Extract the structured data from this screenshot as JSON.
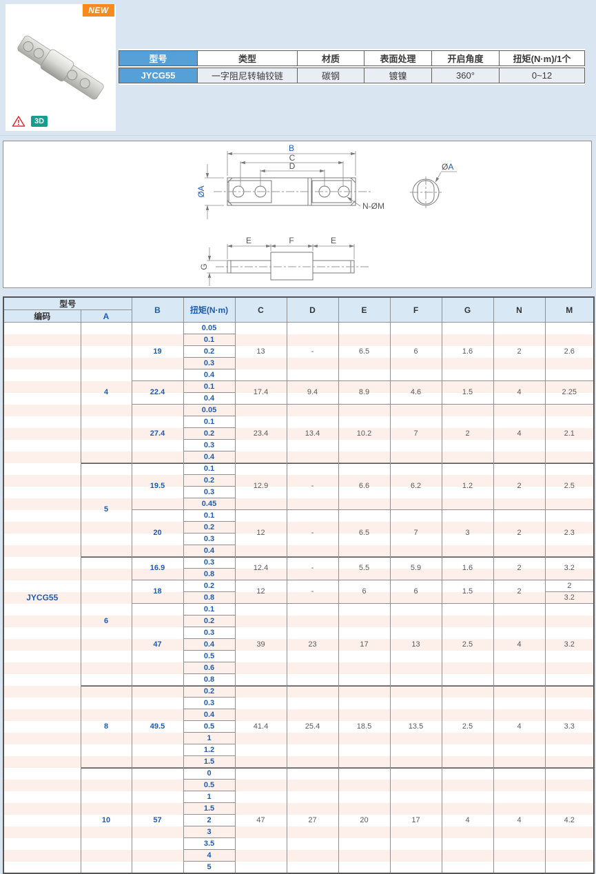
{
  "page": {
    "bg": "#d9e5f0",
    "accent_blue": "#56a0d9",
    "blue_text": "#1b5bb5",
    "stripe_pink": "#fdf0ea",
    "header_blue": "#d9e8f5",
    "new_orange": "#f6891f",
    "teal_3d": "#12a08d",
    "warning_red": "#e03030"
  },
  "product": {
    "new_badge": "NEW",
    "badge_3d": "3D"
  },
  "spec_table": {
    "headers": [
      "型号",
      "类型",
      "材质",
      "表面处理",
      "开启角度",
      "扭矩(N·m)/1个"
    ],
    "values": [
      "JYCG55",
      "一字阻尼转轴铰链",
      "碳钢",
      "镀镍",
      "360°",
      "0~12"
    ]
  },
  "diagram": {
    "b": "B",
    "c": "C",
    "d": "D",
    "e": "E",
    "f": "F",
    "g": "G",
    "oa": "ØA",
    "dia": "Ø",
    "a": "A",
    "n_om": "N-ØM"
  },
  "main_table": {
    "header": {
      "model": "型号",
      "code": "编码",
      "a": "A",
      "b": "B",
      "torque": "扭矩(N·m)",
      "value_cols": [
        "C",
        "D",
        "E",
        "F",
        "G",
        "N",
        "M"
      ]
    },
    "code_value": "JYCG55",
    "groups": [
      {
        "a": "4",
        "subs": [
          {
            "b": "19",
            "torques": [
              "0.05",
              "0.1",
              "0.2",
              "0.3",
              "0.4"
            ],
            "vals": [
              "13",
              "-",
              "6.5",
              "6",
              "1.6",
              "2",
              "2.6"
            ]
          },
          {
            "b": "22.4",
            "torques": [
              "0.1",
              "0.4"
            ],
            "vals": [
              "17.4",
              "9.4",
              "8.9",
              "4.6",
              "1.5",
              "4",
              "2.25"
            ]
          },
          {
            "b": "27.4",
            "torques": [
              "0.05",
              "0.1",
              "0.2",
              "0.3",
              "0.4"
            ],
            "vals": [
              "23.4",
              "13.4",
              "10.2",
              "7",
              "2",
              "4",
              "2.1"
            ]
          }
        ]
      },
      {
        "a": "5",
        "subs": [
          {
            "b": "19.5",
            "torques": [
              "0.1",
              "0.2",
              "0.3",
              "0.45"
            ],
            "vals": [
              "12.9",
              "-",
              "6.6",
              "6.2",
              "1.2",
              "2",
              "2.5"
            ]
          },
          {
            "b": "20",
            "torques": [
              "0.1",
              "0.2",
              "0.3",
              "0.4"
            ],
            "vals": [
              "12",
              "-",
              "6.5",
              "7",
              "3",
              "2",
              "2.3"
            ]
          }
        ]
      },
      {
        "a": "6",
        "subs": [
          {
            "b": "16.9",
            "torques": [
              "0.3",
              "0.8"
            ],
            "vals": [
              "12.4",
              "-",
              "5.5",
              "5.9",
              "1.6",
              "2",
              "3.2"
            ]
          },
          {
            "b": "18",
            "torques": [
              "0.2",
              "0.8"
            ],
            "vals": [
              "12",
              "-",
              "6",
              "6",
              "1.5",
              "2"
            ],
            "m_per_row": [
              "2",
              "3.2"
            ]
          },
          {
            "b": "47",
            "torques": [
              "0.1",
              "0.2",
              "0.3",
              "0.4",
              "0.5",
              "0.6",
              "0.8"
            ],
            "vals": [
              "39",
              "23",
              "17",
              "13",
              "2.5",
              "4",
              "3.2"
            ]
          }
        ]
      },
      {
        "a": "8",
        "subs": [
          {
            "b": "49.5",
            "torques": [
              "0.2",
              "0.3",
              "0.4",
              "0.5",
              "1",
              "1.2",
              "1.5"
            ],
            "vals": [
              "41.4",
              "25.4",
              "18.5",
              "13.5",
              "2.5",
              "4",
              "3.3"
            ]
          }
        ]
      },
      {
        "a": "10",
        "subs": [
          {
            "b": "57",
            "torques": [
              "0",
              "0.5",
              "1",
              "1.5",
              "2",
              "3",
              "3.5",
              "4",
              "5"
            ],
            "vals": [
              "47",
              "27",
              "20",
              "17",
              "4",
              "4",
              "4.2"
            ]
          }
        ]
      }
    ]
  }
}
